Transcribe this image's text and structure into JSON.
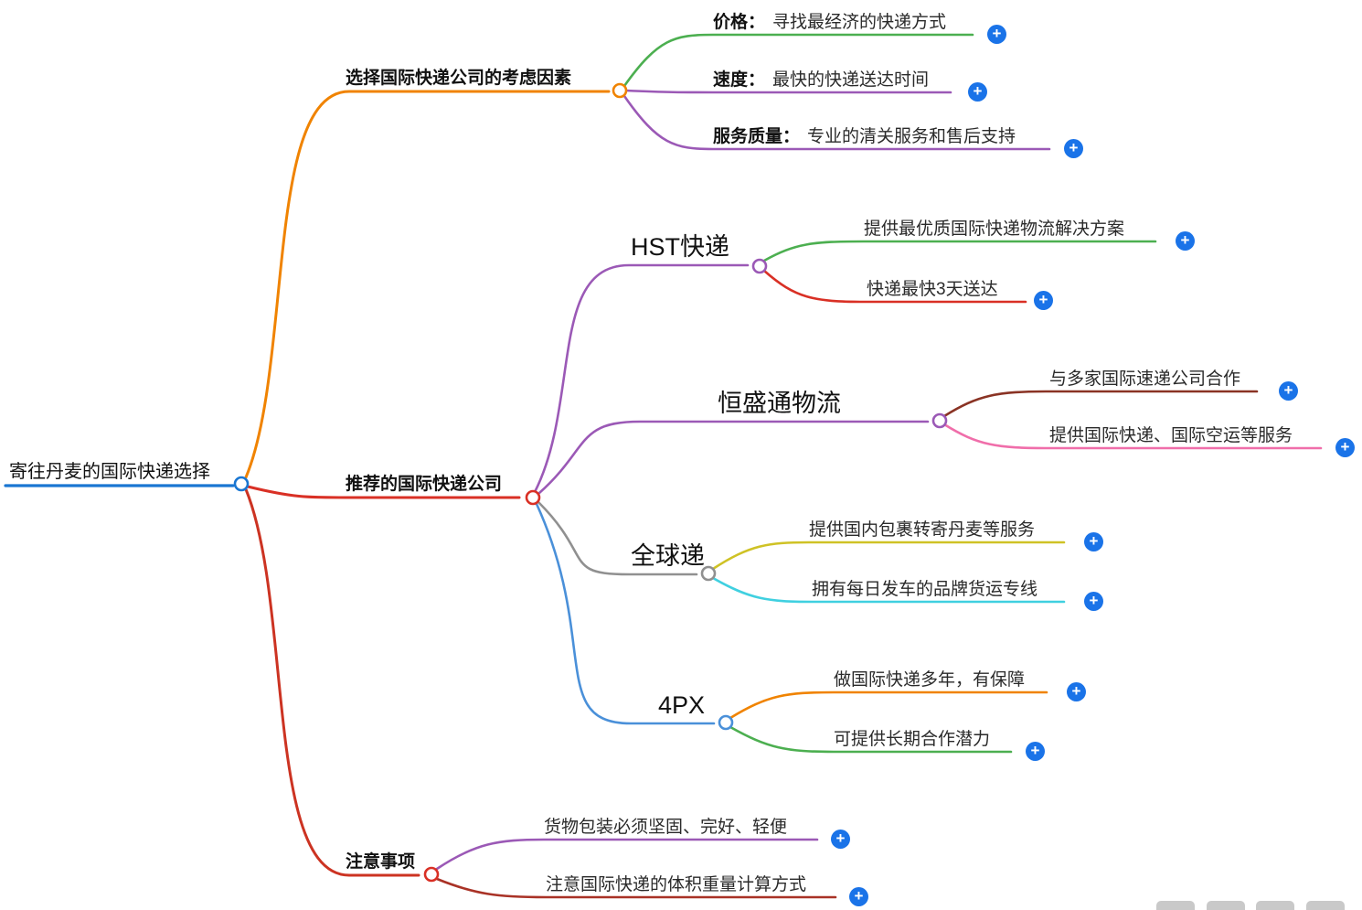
{
  "ui": {
    "expand_glyph": "+"
  },
  "root": {
    "label": "寄往丹麦的国际快递选择"
  },
  "factors": {
    "label": "选择国际快递公司的考虑因素",
    "items": [
      {
        "key": "价格：",
        "text": "寻找最经济的快递方式"
      },
      {
        "key": "速度：",
        "text": "最快的快递送达时间"
      },
      {
        "key": "服务质量：",
        "text": "专业的清关服务和售后支持"
      }
    ]
  },
  "companies": {
    "label": "推荐的国际快递公司",
    "items": [
      {
        "name": "HST快递",
        "points": [
          "提供最优质国际快递物流解决方案",
          "快递最快3天送达"
        ]
      },
      {
        "name": "恒盛通物流",
        "points": [
          "与多家国际速递公司合作",
          "提供国际快递、国际空运等服务"
        ]
      },
      {
        "name": "全球递",
        "points": [
          "提供国内包裹转寄丹麦等服务",
          "拥有每日发车的品牌货运专线"
        ]
      },
      {
        "name": "4PX",
        "points": [
          "做国际快递多年，有保障",
          "可提供长期合作潜力"
        ]
      }
    ]
  },
  "notes": {
    "label": "注意事项",
    "items": [
      "货物包装必须坚固、完好、轻便",
      "注意国际快递的体积重量计算方式"
    ]
  },
  "colors": {
    "root": "#1976d2",
    "factors_branch": "#f08300",
    "companies_branch": "#d93025",
    "notes_branch": "#cc3322",
    "price_line": "#4caf50",
    "speed_line": "#9b59b6",
    "service_line": "#9b59b6",
    "hst_line": "#9b59b6",
    "hst_point1_line": "#4caf50",
    "hst_point2_line": "#d93025",
    "hengshengtong_line": "#9b59b6",
    "hengshengtong_point1_line": "#8a3324",
    "hengshengtong_point2_line": "#f06eaa",
    "quanqiudi_line": "#909090",
    "quanqiudi_point1_line": "#cfc225",
    "quanqiudi_point2_line": "#40d0e0",
    "fourpx_line": "#4a90d9",
    "fourpx_point1_line": "#f08300",
    "fourpx_point2_line": "#4caf50",
    "notes_point1_line": "#9b59b6",
    "notes_point2_line": "#a93226",
    "expand_button": "#1a73e8"
  }
}
